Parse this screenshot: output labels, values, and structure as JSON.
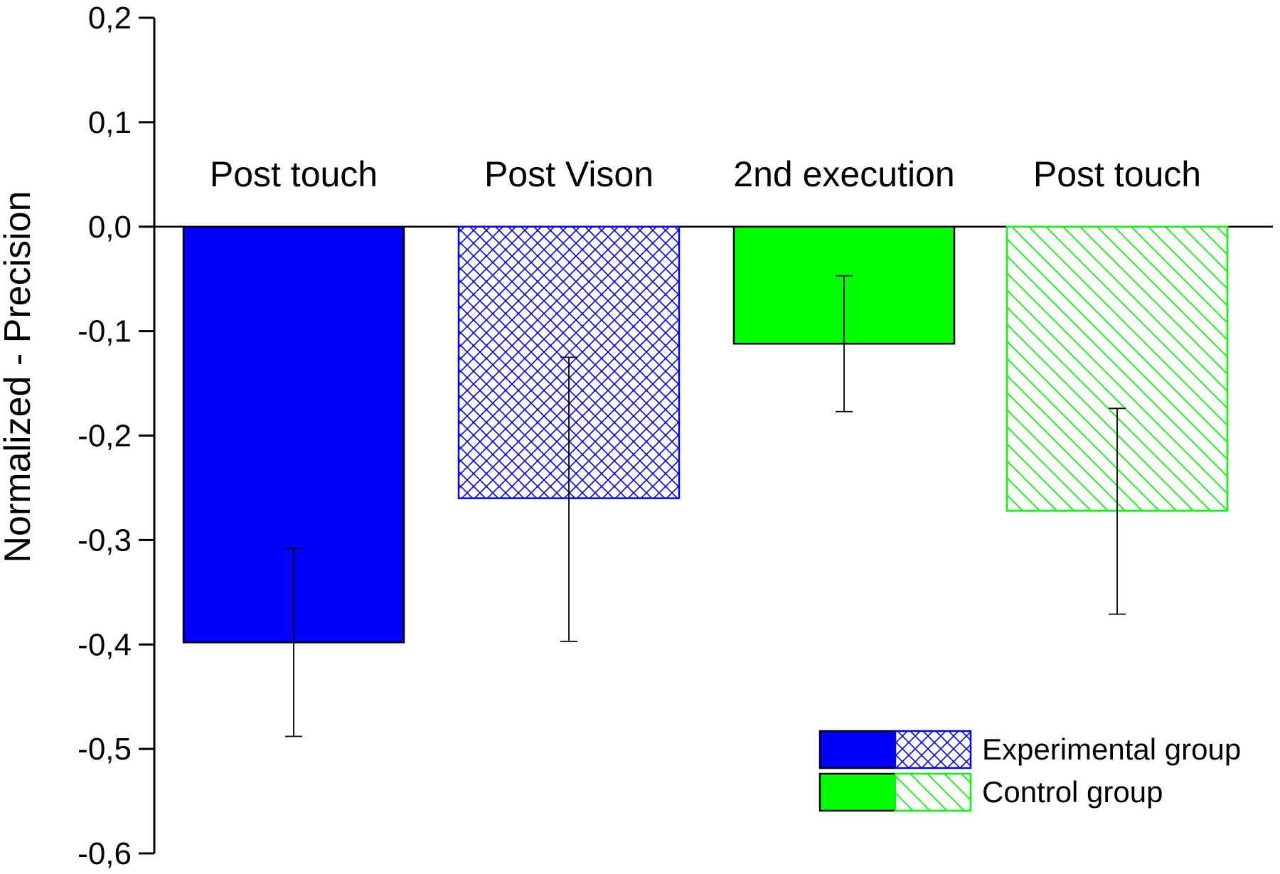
{
  "chart_data": {
    "type": "bar",
    "title": "",
    "xlabel": "",
    "ylabel": "Normalized - Precision",
    "ylim": [
      -0.6,
      0.2
    ],
    "yticks": [
      0.2,
      0.1,
      0.0,
      -0.1,
      -0.2,
      -0.3,
      -0.4,
      -0.5,
      -0.6
    ],
    "ytick_labels": [
      "0,2",
      "0,1",
      "0,0",
      "-0,1",
      "-0,2",
      "-0,3",
      "-0,4",
      "-0,5",
      "-0,6"
    ],
    "grid": false,
    "legend_position": "bottom-right",
    "categories": [
      "Post touch",
      "Post Vison",
      "2nd execution",
      "Post touch"
    ],
    "bars": [
      {
        "category": "Post touch",
        "value": -0.398,
        "err_low": -0.488,
        "err_high": -0.308,
        "color": "#0000ff",
        "fill": "solid"
      },
      {
        "category": "Post Vison",
        "value": -0.26,
        "err_low": -0.397,
        "err_high": -0.125,
        "color": "#0000ff",
        "fill": "crosshatch"
      },
      {
        "category": "2nd execution",
        "value": -0.112,
        "err_low": -0.177,
        "err_high": -0.047,
        "color": "#00ff00",
        "fill": "solid"
      },
      {
        "category": "Post touch",
        "value": -0.272,
        "err_low": -0.371,
        "err_high": -0.174,
        "color": "#00ff00",
        "fill": "diagonal"
      }
    ],
    "legend": [
      {
        "label": "Experimental group",
        "color": "#0000ff"
      },
      {
        "label": "Control group",
        "color": "#00ff00"
      }
    ]
  }
}
